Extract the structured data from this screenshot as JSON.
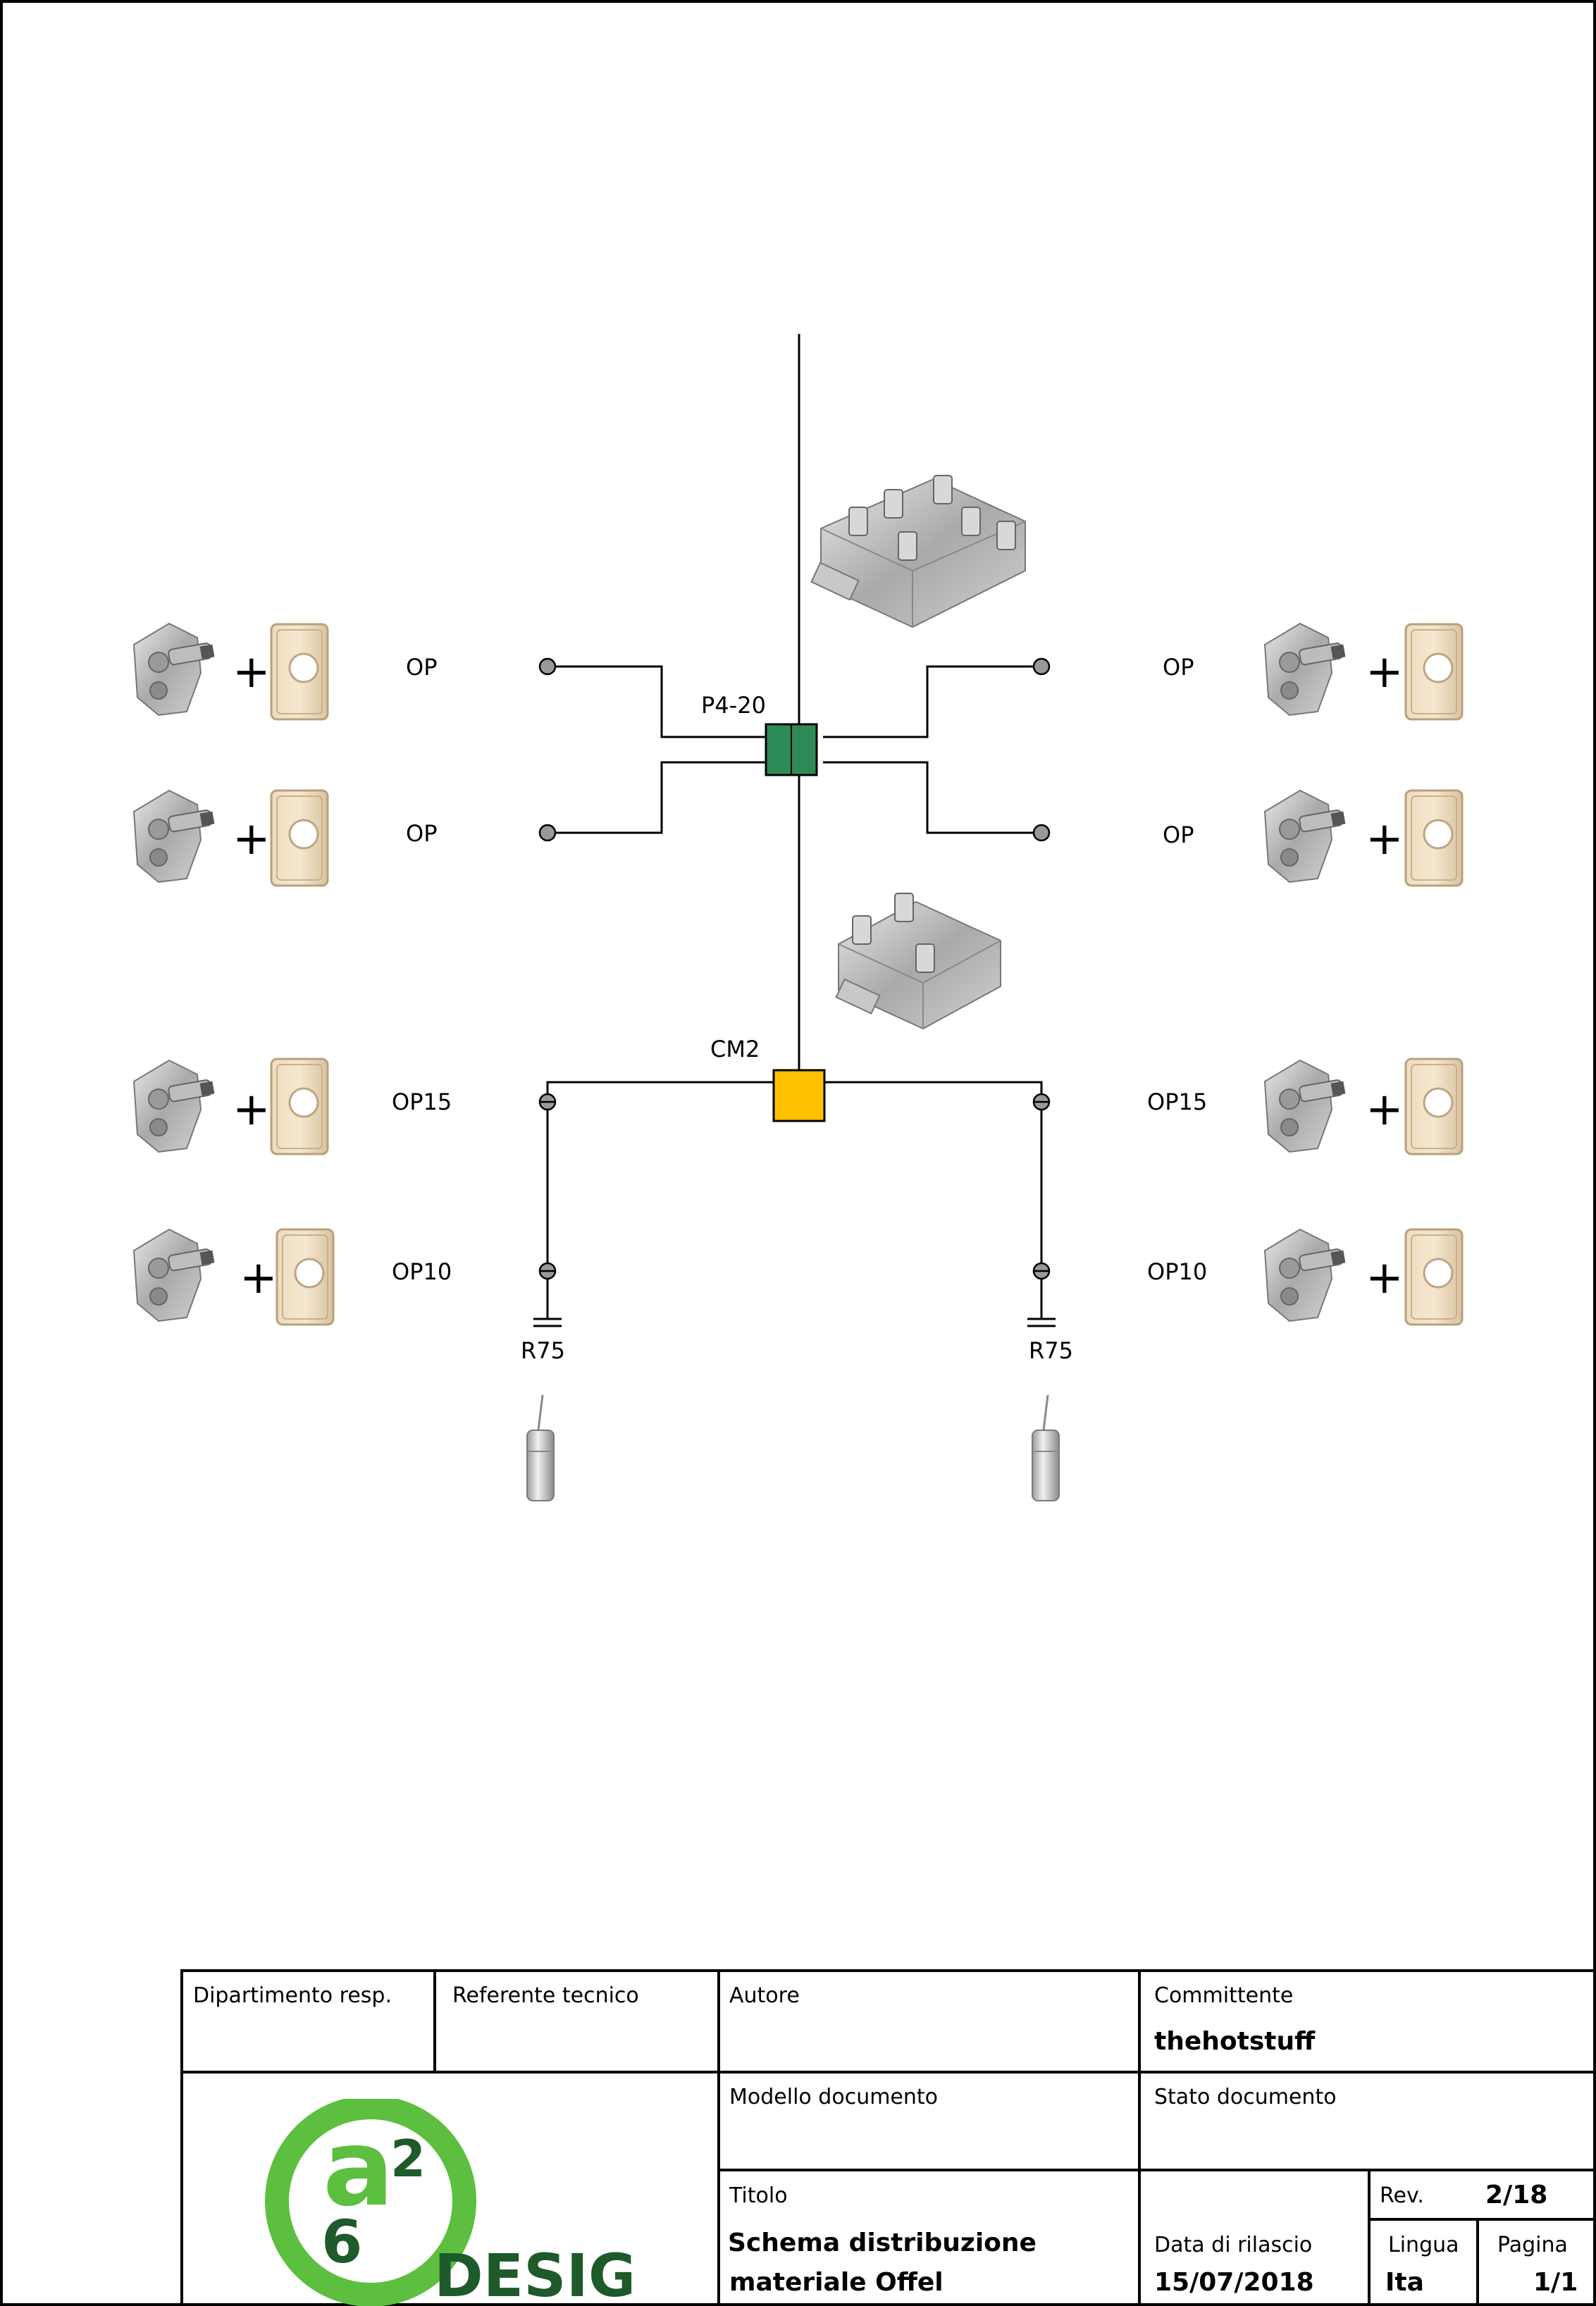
{
  "diagram": {
    "main_splitter": {
      "label": "P4-20",
      "color": "#2e8b57"
    },
    "secondary_splitter": {
      "label": "CM2",
      "color": "#ffc000"
    },
    "left_outlets": [
      {
        "label": "OP"
      },
      {
        "label": "OP"
      },
      {
        "label": "OP15"
      },
      {
        "label": "OP10"
      }
    ],
    "right_outlets": [
      {
        "label": "OP"
      },
      {
        "label": "OP"
      },
      {
        "label": "OP15"
      },
      {
        "label": "OP10"
      }
    ],
    "terminators": [
      {
        "label": "R75"
      },
      {
        "label": "R75"
      }
    ],
    "plus_symbol": "+"
  },
  "title_block": {
    "dipartimento_label": "Dipartimento resp.",
    "referente_label": "Referente tecnico",
    "autore_label": "Autore",
    "committente_label": "Committente",
    "committente_value": "thehotstuff",
    "modello_label": "Modello documento",
    "stato_label": "Stato documento",
    "titolo_label": "Titolo",
    "titolo_line1": "Schema distribuzione",
    "titolo_line2": "materiale Offel",
    "rev_label": "Rev.",
    "rev_value": "2/18",
    "data_label": "Data di rilascio",
    "data_value": "15/07/2018",
    "lingua_label": "Lingua",
    "lingua_value": "Ita",
    "pagina_label": "Pagina",
    "pagina_value": "1/1",
    "logo": {
      "top": "a",
      "sup": "2",
      "bottom": "6",
      "word": "DESIGN",
      "color": "#5cbf3f",
      "dark": "#1f5a2a"
    }
  }
}
